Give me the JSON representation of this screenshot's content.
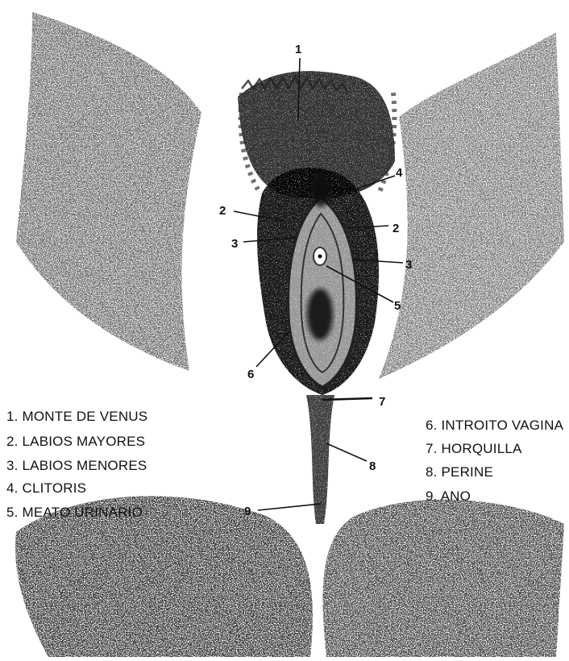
{
  "diagram": {
    "callouts": [
      {
        "id": "c1",
        "text": "1"
      },
      {
        "id": "c2a",
        "text": "2"
      },
      {
        "id": "c2b",
        "text": "2"
      },
      {
        "id": "c3a",
        "text": "3"
      },
      {
        "id": "c3b",
        "text": "3"
      },
      {
        "id": "c4",
        "text": "4"
      },
      {
        "id": "c5",
        "text": "5"
      },
      {
        "id": "c6",
        "text": "6"
      },
      {
        "id": "c7",
        "text": "7"
      },
      {
        "id": "c8",
        "text": "8"
      },
      {
        "id": "c9",
        "text": "9"
      }
    ],
    "legend_left": [
      "1. MONTE DE VENUS",
      "2. LABIOS MAYORES",
      "3. LABIOS MENORES",
      "4. CLITORIS",
      "5. MEATO URINARIO"
    ],
    "legend_right": [
      "6. INTROITO VAGINA",
      "7. HORQUILLA",
      "8. PERINE",
      "9. ANO"
    ]
  }
}
